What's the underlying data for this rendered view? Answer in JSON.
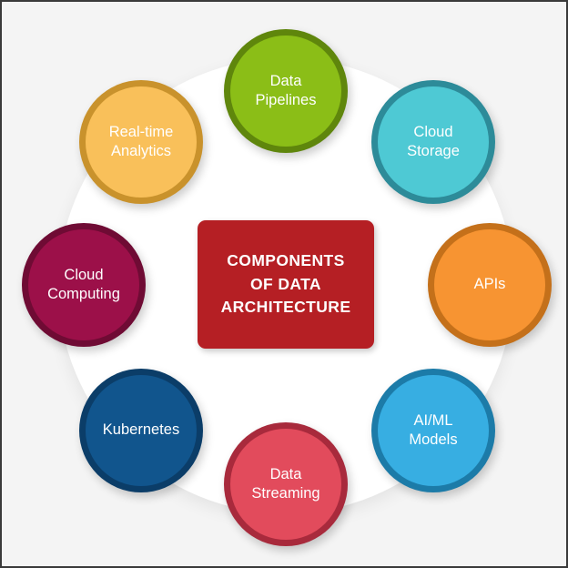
{
  "page": {
    "background_color": "#f4f4f4",
    "border_color": "#3a3a3a",
    "ring_color": "#ffffff"
  },
  "center": {
    "title": "COMPONENTS\nOF DATA\nARCHITECTURE",
    "background_color": "#b51f24",
    "text_color": "#ffffff"
  },
  "nodes": [
    {
      "label": "Data\nPipelines",
      "name": "data-pipelines",
      "face_color": "#8bbe17",
      "ring_color": "#5f860c",
      "text_color": "#ffffff"
    },
    {
      "label": "Cloud\nStorage",
      "name": "cloud-storage",
      "face_color": "#4ec9d4",
      "ring_color": "#2d8b99",
      "text_color": "#ffffff"
    },
    {
      "label": "APIs",
      "name": "apis",
      "face_color": "#f79432",
      "ring_color": "#c4701a",
      "text_color": "#ffffff"
    },
    {
      "label": "AI/ML\nModels",
      "name": "ai-ml-models",
      "face_color": "#37aee2",
      "ring_color": "#1c7ba8",
      "text_color": "#ffffff"
    },
    {
      "label": "Data\nStreaming",
      "name": "data-streaming",
      "face_color": "#e24b5c",
      "ring_color": "#a82a3c",
      "text_color": "#ffffff"
    },
    {
      "label": "Kubernetes",
      "name": "kubernetes",
      "face_color": "#11558d",
      "ring_color": "#0b3d68",
      "text_color": "#ffffff"
    },
    {
      "label": "Cloud\nComputing",
      "name": "cloud-computing",
      "face_color": "#9c1049",
      "ring_color": "#6f0b34",
      "text_color": "#ffffff"
    },
    {
      "label": "Real-time\nAnalytics",
      "name": "real-time-analytics",
      "face_color": "#f9c05a",
      "ring_color": "#c9922c",
      "text_color": "#ffffff"
    }
  ]
}
